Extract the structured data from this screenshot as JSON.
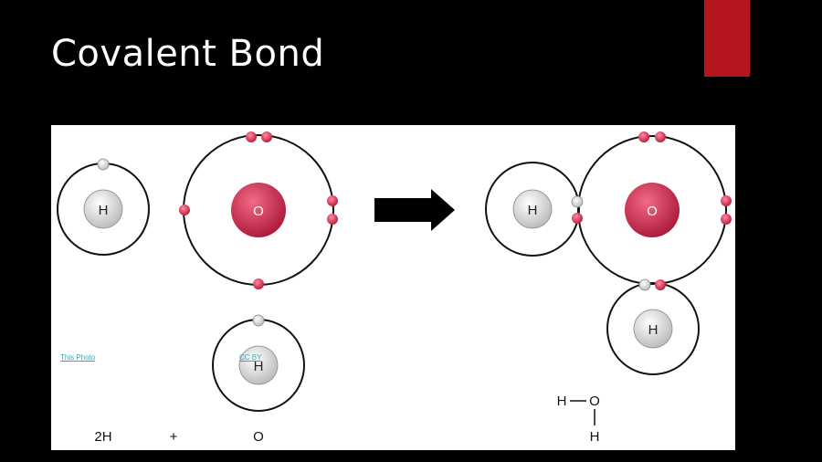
{
  "slide": {
    "title": "Covalent Bond",
    "accent_color": "#b5161b"
  },
  "diagram": {
    "hydrogen_symbol": "H",
    "oxygen_symbol": "O",
    "equation": {
      "left": "2H",
      "plus": "+",
      "right": "O"
    },
    "structural_formula": {
      "h_top": "H",
      "o": "O",
      "h_bottom": "H"
    },
    "arrow": "right-arrow",
    "colors": {
      "oxygen": "#c8284a",
      "hydrogen_nucleus": "#dcdcdc",
      "electron_h": "#e6e6e6",
      "electron_o": "#c8284a",
      "orbit": "#111111"
    }
  },
  "credits": {
    "photo_link": "This Photo",
    "license_link": "CC BY"
  }
}
